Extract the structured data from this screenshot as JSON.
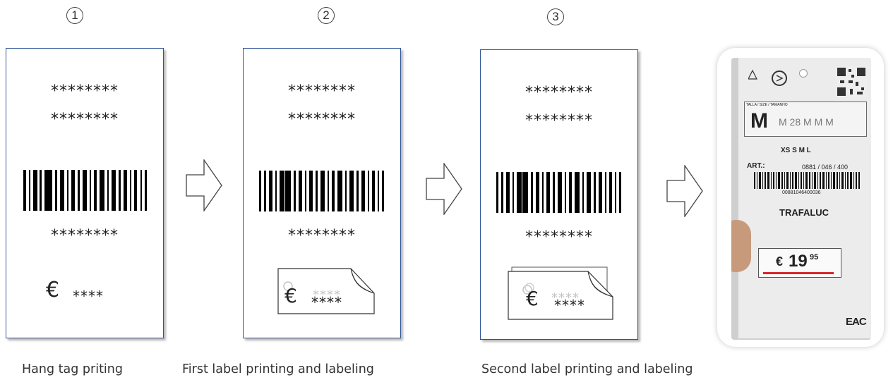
{
  "steps": [
    {
      "number": "1",
      "caption": "Hang tag priting",
      "stars_top": "********",
      "stars_mid": "********",
      "stars_bottom": "********",
      "currency": "€",
      "price_stars": "****"
    },
    {
      "number": "2",
      "caption": "First label printing and labeling",
      "stars_top": "********",
      "stars_mid": "********",
      "stars_bottom": "********",
      "currency": "€",
      "price_stars": "****",
      "ghost_stars": "****"
    },
    {
      "number": "3",
      "caption": "Second label printing and labeling",
      "stars_top": "********",
      "stars_mid": "********",
      "stars_bottom": "********",
      "currency": "€",
      "price_stars": "****",
      "ghost_stars": "****"
    }
  ],
  "photo": {
    "size_header": "TALLA / SIZE / TAMANHO",
    "size_big": "M",
    "size_row": "M  28  M  M  M",
    "size_scale": "XS S M L",
    "art_label": "ART.:",
    "art_number": "0881 / 046 / 400",
    "barcode_number": "00881046400036",
    "brand": "TRAFALUC",
    "price_currency": "€",
    "price_main": "19",
    "price_cents": "95",
    "mark": "EAC"
  },
  "colors": {
    "tag_border": "#2f5597",
    "shadow": "#b8b8b8",
    "price_underline": "#d9262c"
  }
}
